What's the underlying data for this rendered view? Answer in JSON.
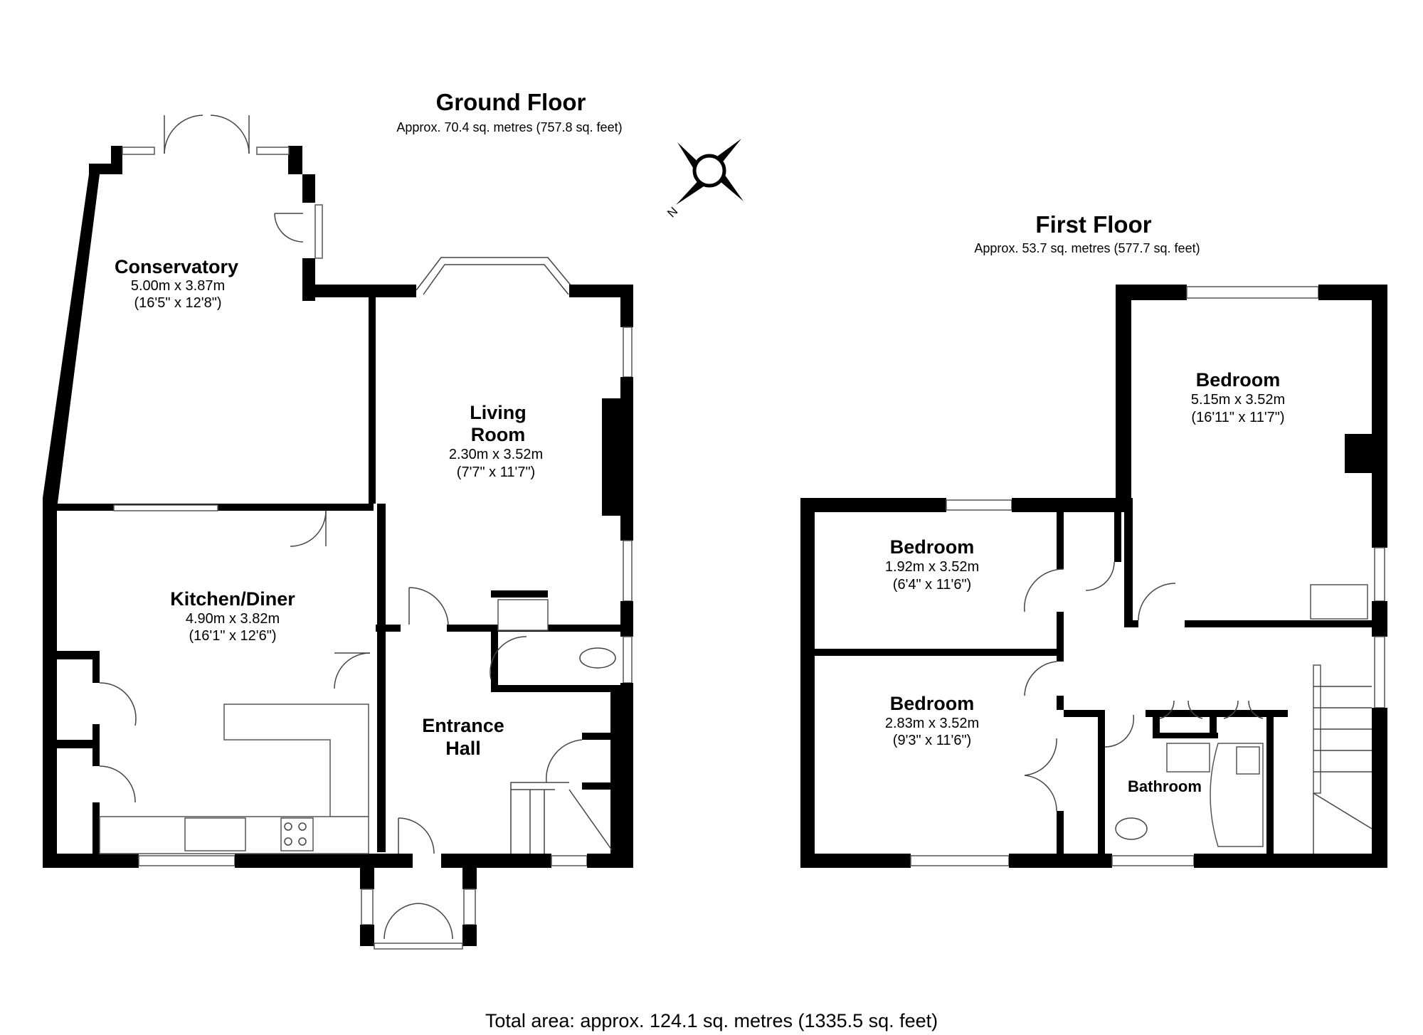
{
  "ground_floor": {
    "title": "Ground Floor",
    "area": "Approx. 70.4 sq. metres (757.8 sq. feet)",
    "rooms": {
      "conservatory": {
        "name": "Conservatory",
        "metric": "5.00m x 3.87m",
        "imperial": "(16'5\" x 12'8\")"
      },
      "living_room": {
        "name_line1": "Living",
        "name_line2": "Room",
        "metric": "2.30m x 3.52m",
        "imperial": "(7'7\" x 11'7\")"
      },
      "kitchen_diner": {
        "name": "Kitchen/Diner",
        "metric": "4.90m x 3.82m",
        "imperial": "(16'1\" x 12'6\")"
      },
      "entrance_hall": {
        "name_line1": "Entrance",
        "name_line2": "Hall"
      }
    }
  },
  "first_floor": {
    "title": "First Floor",
    "area": "Approx. 53.7 sq. metres (577.7 sq. feet)",
    "rooms": {
      "bedroom_main": {
        "name": "Bedroom",
        "metric": "5.15m x 3.52m",
        "imperial": "(16'11\" x 11'7\")"
      },
      "bedroom_small": {
        "name": "Bedroom",
        "metric": "1.92m x 3.52m",
        "imperial": "(6'4\" x 11'6\")"
      },
      "bedroom_mid": {
        "name": "Bedroom",
        "metric": "2.83m x 3.52m",
        "imperial": "(9'3\" x 11'6\")"
      },
      "bathroom": {
        "name": "Bathroom"
      }
    }
  },
  "compass": {
    "letter": "N"
  },
  "total_area": "Total area: approx. 124.1 sq. metres (1335.5 sq. feet)"
}
